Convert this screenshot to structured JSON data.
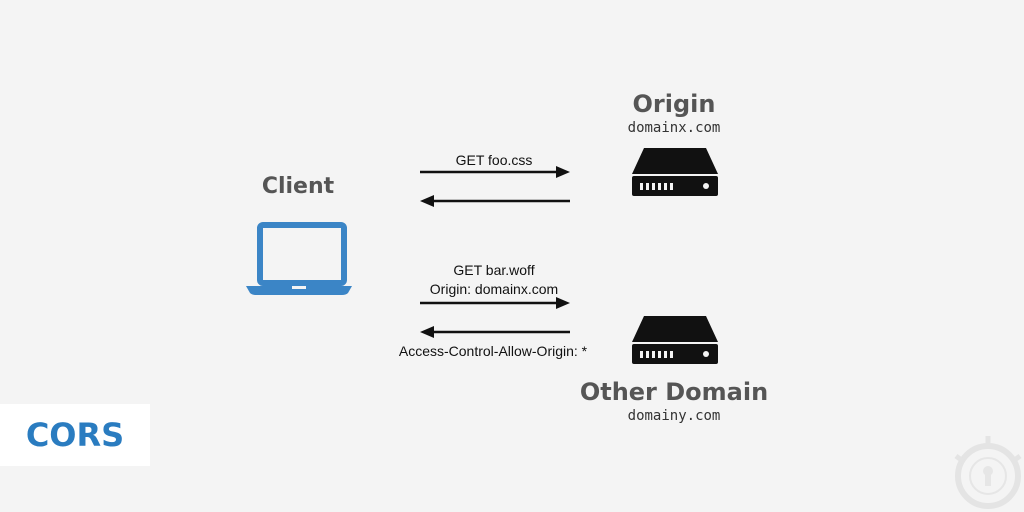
{
  "client": {
    "label": "Client"
  },
  "origin": {
    "label": "Origin",
    "domain": "domainx.com"
  },
  "other": {
    "label": "Other Domain",
    "domain": "domainy.com"
  },
  "requests": {
    "first_request": "GET foo.css",
    "second_request_line1": "GET bar.woff",
    "second_request_line2": "Origin: domainx.com",
    "second_response": "Access-Control-Allow-Origin: *"
  },
  "badge": {
    "text": "CORS"
  },
  "colors": {
    "background": "#f4f4f4",
    "laptop": "#3b85c6",
    "server": "#111111",
    "badge_text": "#2a7cc0",
    "heading": "#555555"
  },
  "icons": {
    "client": "laptop-icon",
    "origin_server": "server-icon",
    "other_server": "server-icon",
    "watermark": "keyhole-watermark-icon"
  }
}
